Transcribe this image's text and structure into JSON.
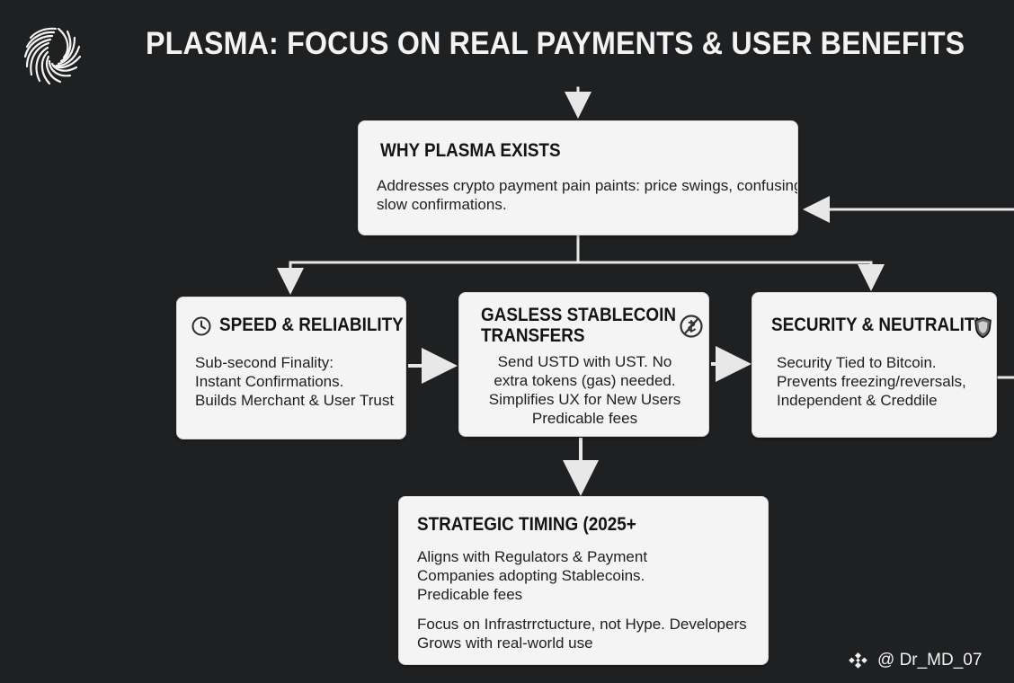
{
  "title": "PLASMA: FOCUS ON REAL PAYMENTS & USER BENEFITS",
  "icons": {
    "logo": "radial-burst-logo",
    "speed": "clock-icon",
    "gasless": "no-gas-icon",
    "security": "shield-icon",
    "watermark": "binance-diamond-icon"
  },
  "cards": {
    "why": {
      "title": "WHY PLASMA EXISTS",
      "lines": [
        "Addresses crypto payment pain paints: price swings, confusing",
        "slow confirmations."
      ]
    },
    "speed": {
      "title": "SPEED & RELIABILITY",
      "lines": [
        "Sub-second Finality:",
        "Instant Confirmations.",
        "Builds Merchant & User Trust"
      ]
    },
    "gasless": {
      "title_lines": [
        "GASLESS STABLECOIN",
        "TRANSFERS"
      ],
      "lines": [
        "Send USTD with UST. No",
        "extra tokens (gas) needed.",
        "Simplifies UX for New Users",
        "Predicable fees"
      ]
    },
    "security": {
      "title": "SECURITY & NEUTRALITY",
      "lines": [
        "Security Tied to Bitcoin.",
        "Prevents freezing/reversals,",
        "Independent & Creddile"
      ]
    },
    "timing": {
      "title": "STRATEGIC TIMING (2025+",
      "lines": [
        "Aligns with Regulators & Payment",
        "Companies adopting Stablecoins.",
        "Predicable fees",
        "Focus on Infrastrrctucture, not Hype. Developers",
        "Grows with real-world use"
      ]
    }
  },
  "watermark": {
    "text": "@ Dr_MD_07"
  },
  "colors": {
    "background": "#1f2022",
    "card": "#f4f4f4",
    "connector": "#e8e8e8",
    "title_text": "#f3f3f3"
  }
}
